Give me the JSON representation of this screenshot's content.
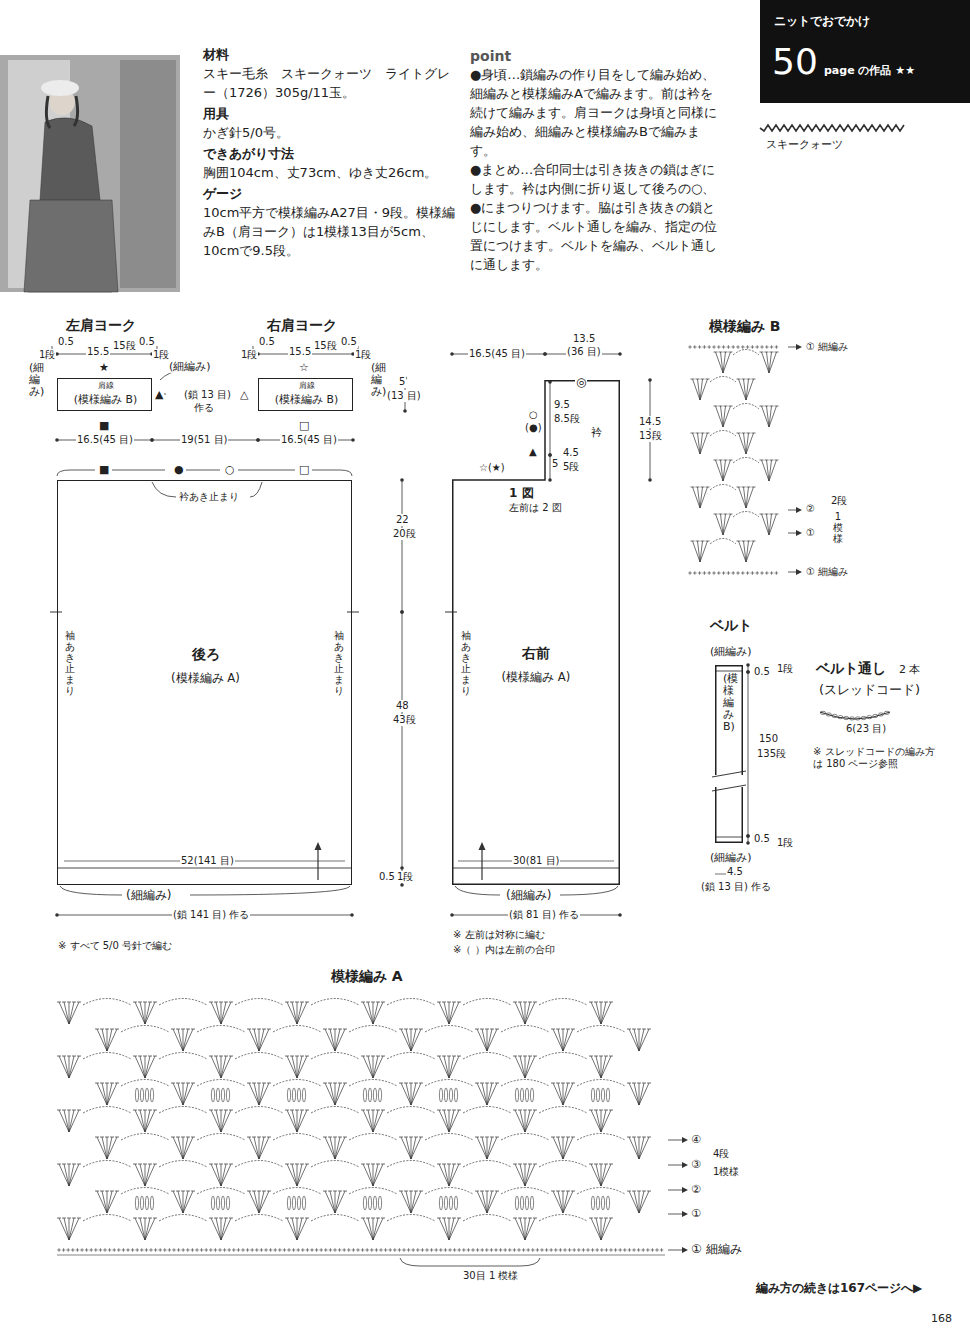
{
  "diagram": {
    "nodes": [
      {
        "text": [
          "ニットでおでかけ",
          "50",
          "page の作品 ★★"
        ]
      },
      {
        "text": [
          "左肩ヨーク",
          "肩線",
          "(模様編み B)"
        ]
      },
      {
        "text": [
          "右肩ヨーク",
          "肩線",
          "(模様編み B)"
        ]
      },
      {
        "text": [
          "後ろ",
          "(模様編み A)"
        ]
      },
      {
        "text": [
          "右前",
          "(模様編み A)"
        ]
      },
      {
        "text": [
          "ベルト",
          "(細編み)",
          "(模様編み B)",
          "(細編み)"
        ]
      }
    ],
    "labels": [
      "材料",
      "スキー毛糸　スキークォーツ　ライトグレー（1726）305g/11玉。",
      "用具",
      "かぎ針5/0号。",
      "できあがり寸法",
      "胸囲104cm、丈73cm、ゆき丈26cm。",
      "ゲージ",
      "10cm平方で模様編みA27目・9段。模様編みB（肩ヨーク）は1模様13目が5cm、10cmで9.5段。",
      "point",
      "●身頃…鎖編みの作り目をして編み始め、細編みと模様編みAで編みます。前は衿を続けて編みます。肩ヨークは身頃と同様に編み始め、細編みと模様編みBで編みます。",
      "●まとめ…合印同士は引き抜きの鎖はぎにします。衿は内側に折り返して後ろの○、●にまつりつけます。脇は引き抜きの鎖とじにします。ベルト通しを編み、指定の位置につけます。ベルトを編み、ベルト通しに通します。",
      "スキークォーツ",
      "0.5",
      "1段",
      "15.5",
      "15段",
      "0.5",
      "1段",
      "★",
      "(細編み)",
      "(細編み)",
      "▲",
      "(鎖 13 目)",
      "作る",
      "■",
      "0.5",
      "1段",
      "15.5",
      "15段",
      "0.5",
      "1段",
      "☆",
      "△",
      "(細編み)",
      "5",
      "(13 目)",
      "□",
      "16.5(45 目)",
      "19(51 目)",
      "16.5(45 目)",
      "■",
      "●",
      "○",
      "□",
      "衿あき止まり",
      "袖あき止まり",
      "袖あき止まり",
      "22",
      "20段",
      "48",
      "43段",
      "0.5",
      "1段",
      "52(141 目)",
      "(細編み)",
      "(鎖 141 目) 作る",
      "※ すべて 5/0 号針で編む",
      "16.5(45 目)",
      "13.5",
      "(36 目)",
      "◎",
      "○",
      "(●)",
      "9.5",
      "8.5段",
      "衿",
      "14.5",
      "13段",
      "☆(★)",
      "▲",
      "5",
      "4.5",
      "5段",
      "1 図",
      "左前は 2 図",
      "袖あき止まり",
      "30(81 目)",
      "(細編み)",
      "(鎖 81 目) 作る",
      "※ 左前は対称に編む",
      "※（ ）内は左前の合印",
      "模様編み B",
      "① 細編み",
      "②",
      "2段",
      "①",
      "1模様",
      "① 細編み",
      "0.5",
      "1段",
      "150",
      "135段",
      "0.5",
      "1段",
      "4.5",
      "(鎖 13 目) 作る",
      "ベルト通し",
      "2 本",
      "(スレッドコード)",
      "6(23 目)",
      "※ スレッドコードの編み方は 180 ページ参照",
      "模様編み A",
      "④",
      "③",
      "②",
      "①",
      "4段",
      "1模様",
      "① 細編み",
      "30目 1 模様",
      "編み方の続きは167ページへ▶",
      "168"
    ]
  }
}
